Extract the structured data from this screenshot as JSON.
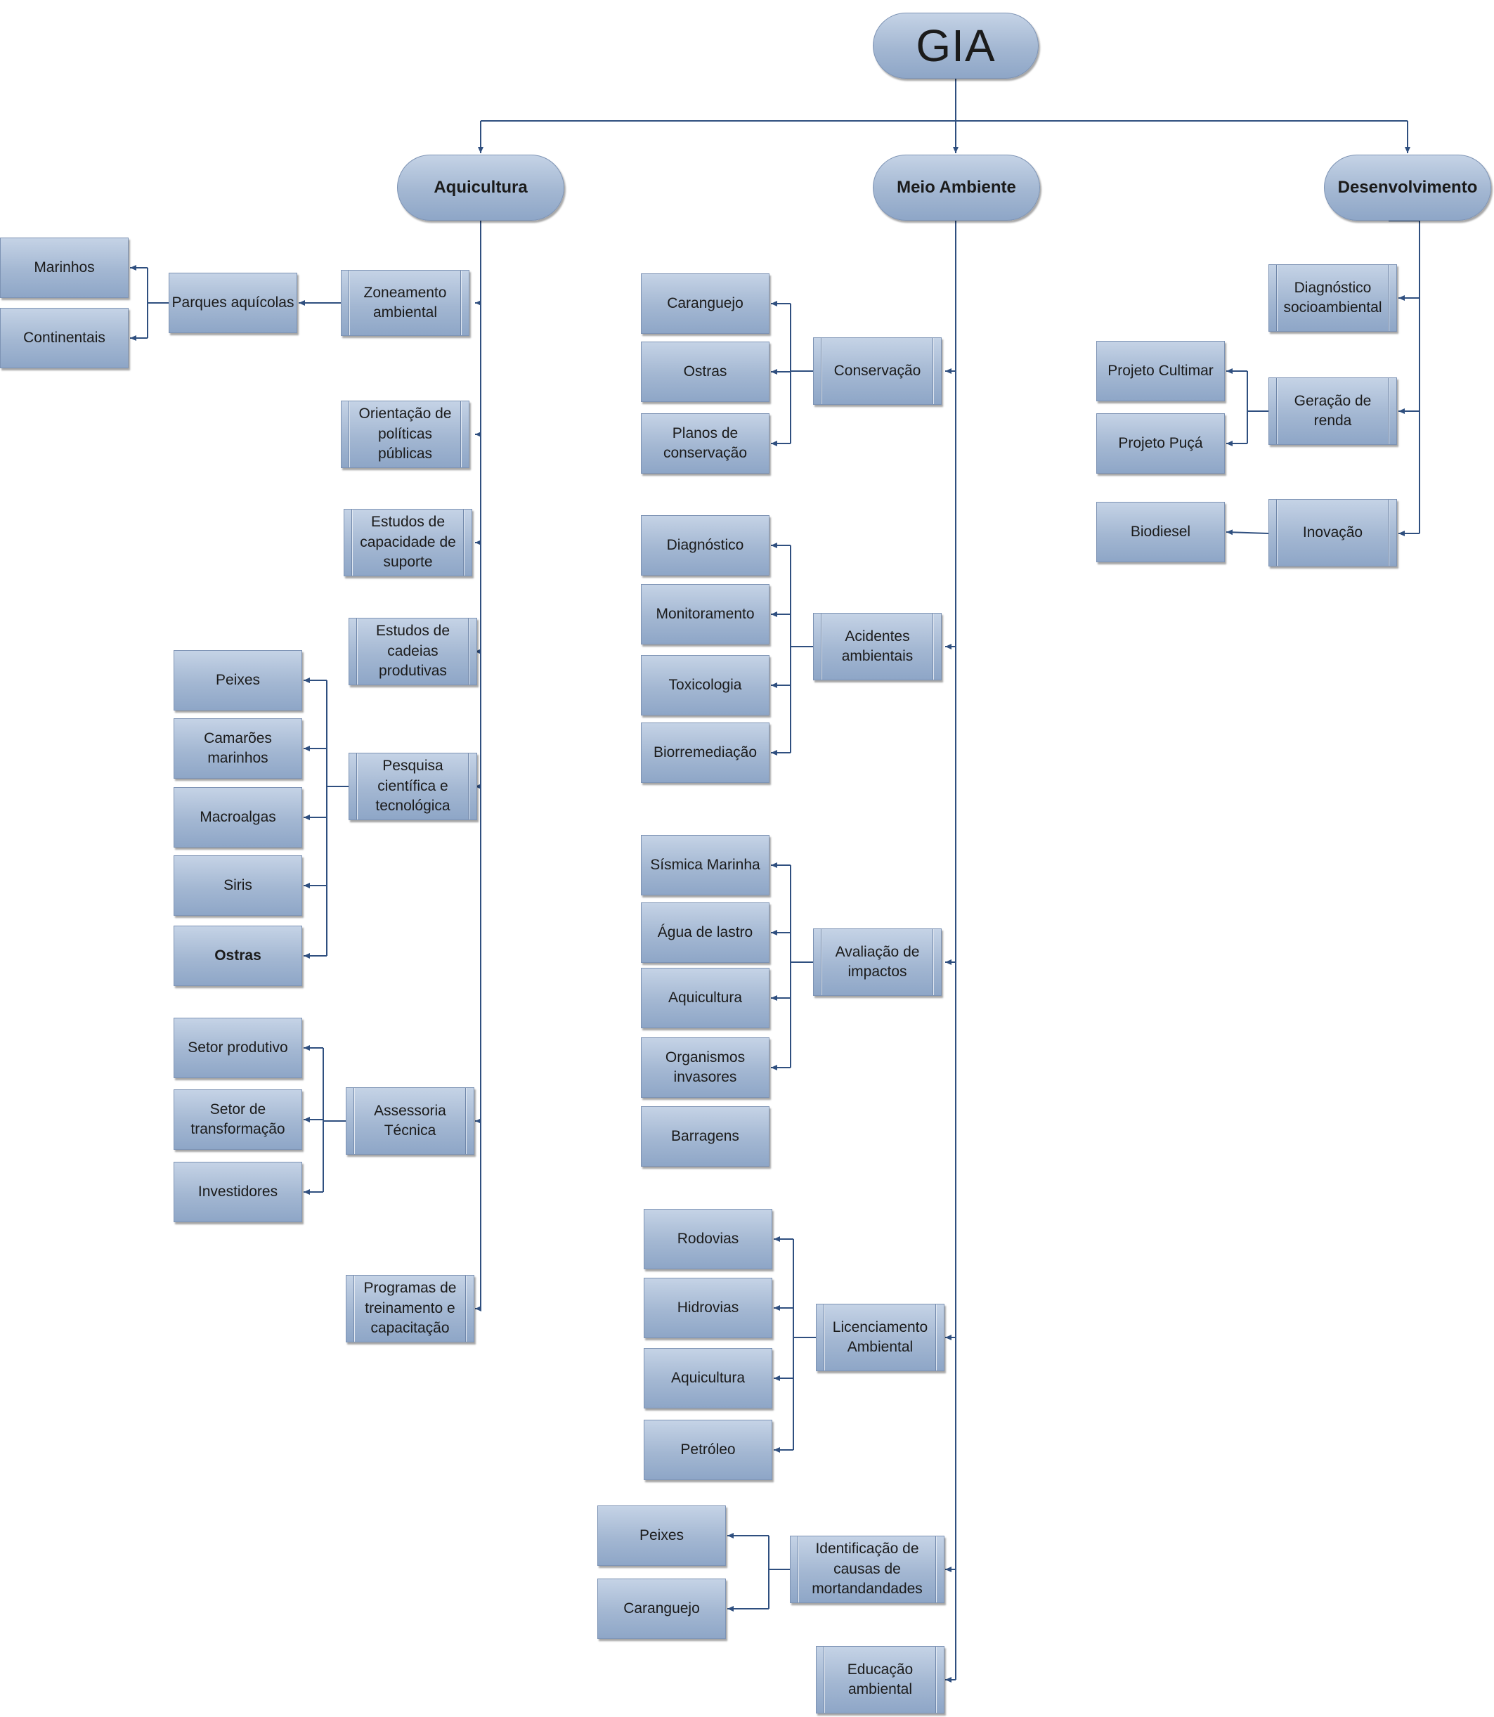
{
  "root": "GIA",
  "branches": {
    "aquicultura": "Aquicultura",
    "meio_ambiente": "Meio Ambiente",
    "desenvolvimento": "Desenvolvimento"
  },
  "aquicultura": {
    "zoneamento": "Zoneamento\nambiental",
    "parques": "Parques aquícolas",
    "marinhos": "Marinhos",
    "continentais": "Continentais",
    "orientacao": "Orientação de\npolíticas\npúblicas",
    "capacidade": "Estudos de\ncapacidade de\nsuporte",
    "cadeias": "Estudos de\ncadeias\nprodutivas",
    "pesquisa": "Pesquisa\ncientífica e\ntecnológica",
    "peixes": "Peixes",
    "camaroes": "Camarões\nmarinhos",
    "macroalgas": "Macroalgas",
    "siris": "Siris",
    "ostras": "Ostras",
    "assessoria": "Assessoria\nTécnica",
    "setor_produtivo": "Setor produtivo",
    "setor_transformacao": "Setor de\ntransformação",
    "investidores": "Investidores",
    "programas": "Programas de\ntreinamento e\ncapacitação"
  },
  "meio_ambiente": {
    "conservacao": "Conservação",
    "caranguejo": "Caranguejo",
    "ostras": "Ostras",
    "planos": "Planos de\nconservação",
    "acidentes": "Acidentes\nambientais",
    "diagnostico": "Diagnóstico",
    "monitoramento": "Monitoramento",
    "toxicologia": "Toxicologia",
    "biorremediacao": "Biorremediação",
    "avaliacao": "Avaliação de\nimpactos",
    "sismica": "Sísmica Marinha",
    "agua_lastro": "Água de lastro",
    "aquicultura_aval": "Aquicultura",
    "organismos": "Organismos\ninvasores",
    "barragens": "Barragens",
    "licenciamento": "Licenciamento\nAmbiental",
    "rodovias": "Rodovias",
    "hidrovias": "Hidrovias",
    "aquicultura_lic": "Aquicultura",
    "petroleo": "Petróleo",
    "identificacao": "Identificação de\ncausas de\nmortandandades",
    "peixes": "Peixes",
    "caranguejo_mort": "Caranguejo",
    "educacao": "Educação\nambiental"
  },
  "desenvolvimento": {
    "diagnostico_socio": "Diagnóstico\nsocioambiental",
    "geracao_renda": "Geração de\nrenda",
    "cultimar": "Projeto Cultimar",
    "puca": "Projeto Puçá",
    "inovacao": "Inovação",
    "biodiesel": "Biodiesel"
  },
  "colors": {
    "line": "#2f4f7f",
    "box_top": "#c5d3e6",
    "box_bottom": "#8ea6c7"
  }
}
